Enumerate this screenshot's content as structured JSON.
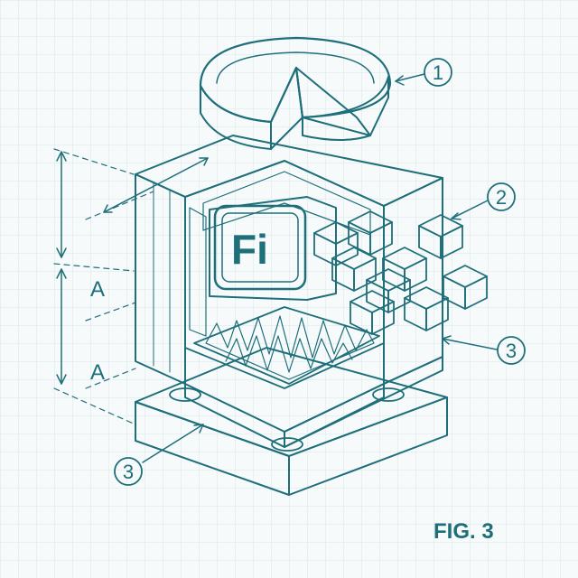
{
  "figure": {
    "label": "FIG. 3",
    "ink_color": "#1e6f7a",
    "paper_color": "#f7fafb",
    "grid_color": "#dbe7ea"
  },
  "logo": {
    "text": "Fi"
  },
  "callouts": [
    {
      "number": "1"
    },
    {
      "number": "2"
    },
    {
      "number": "3"
    },
    {
      "number": "3"
    }
  ],
  "dimensions": [
    {
      "label": "A"
    },
    {
      "label": "A"
    }
  ]
}
